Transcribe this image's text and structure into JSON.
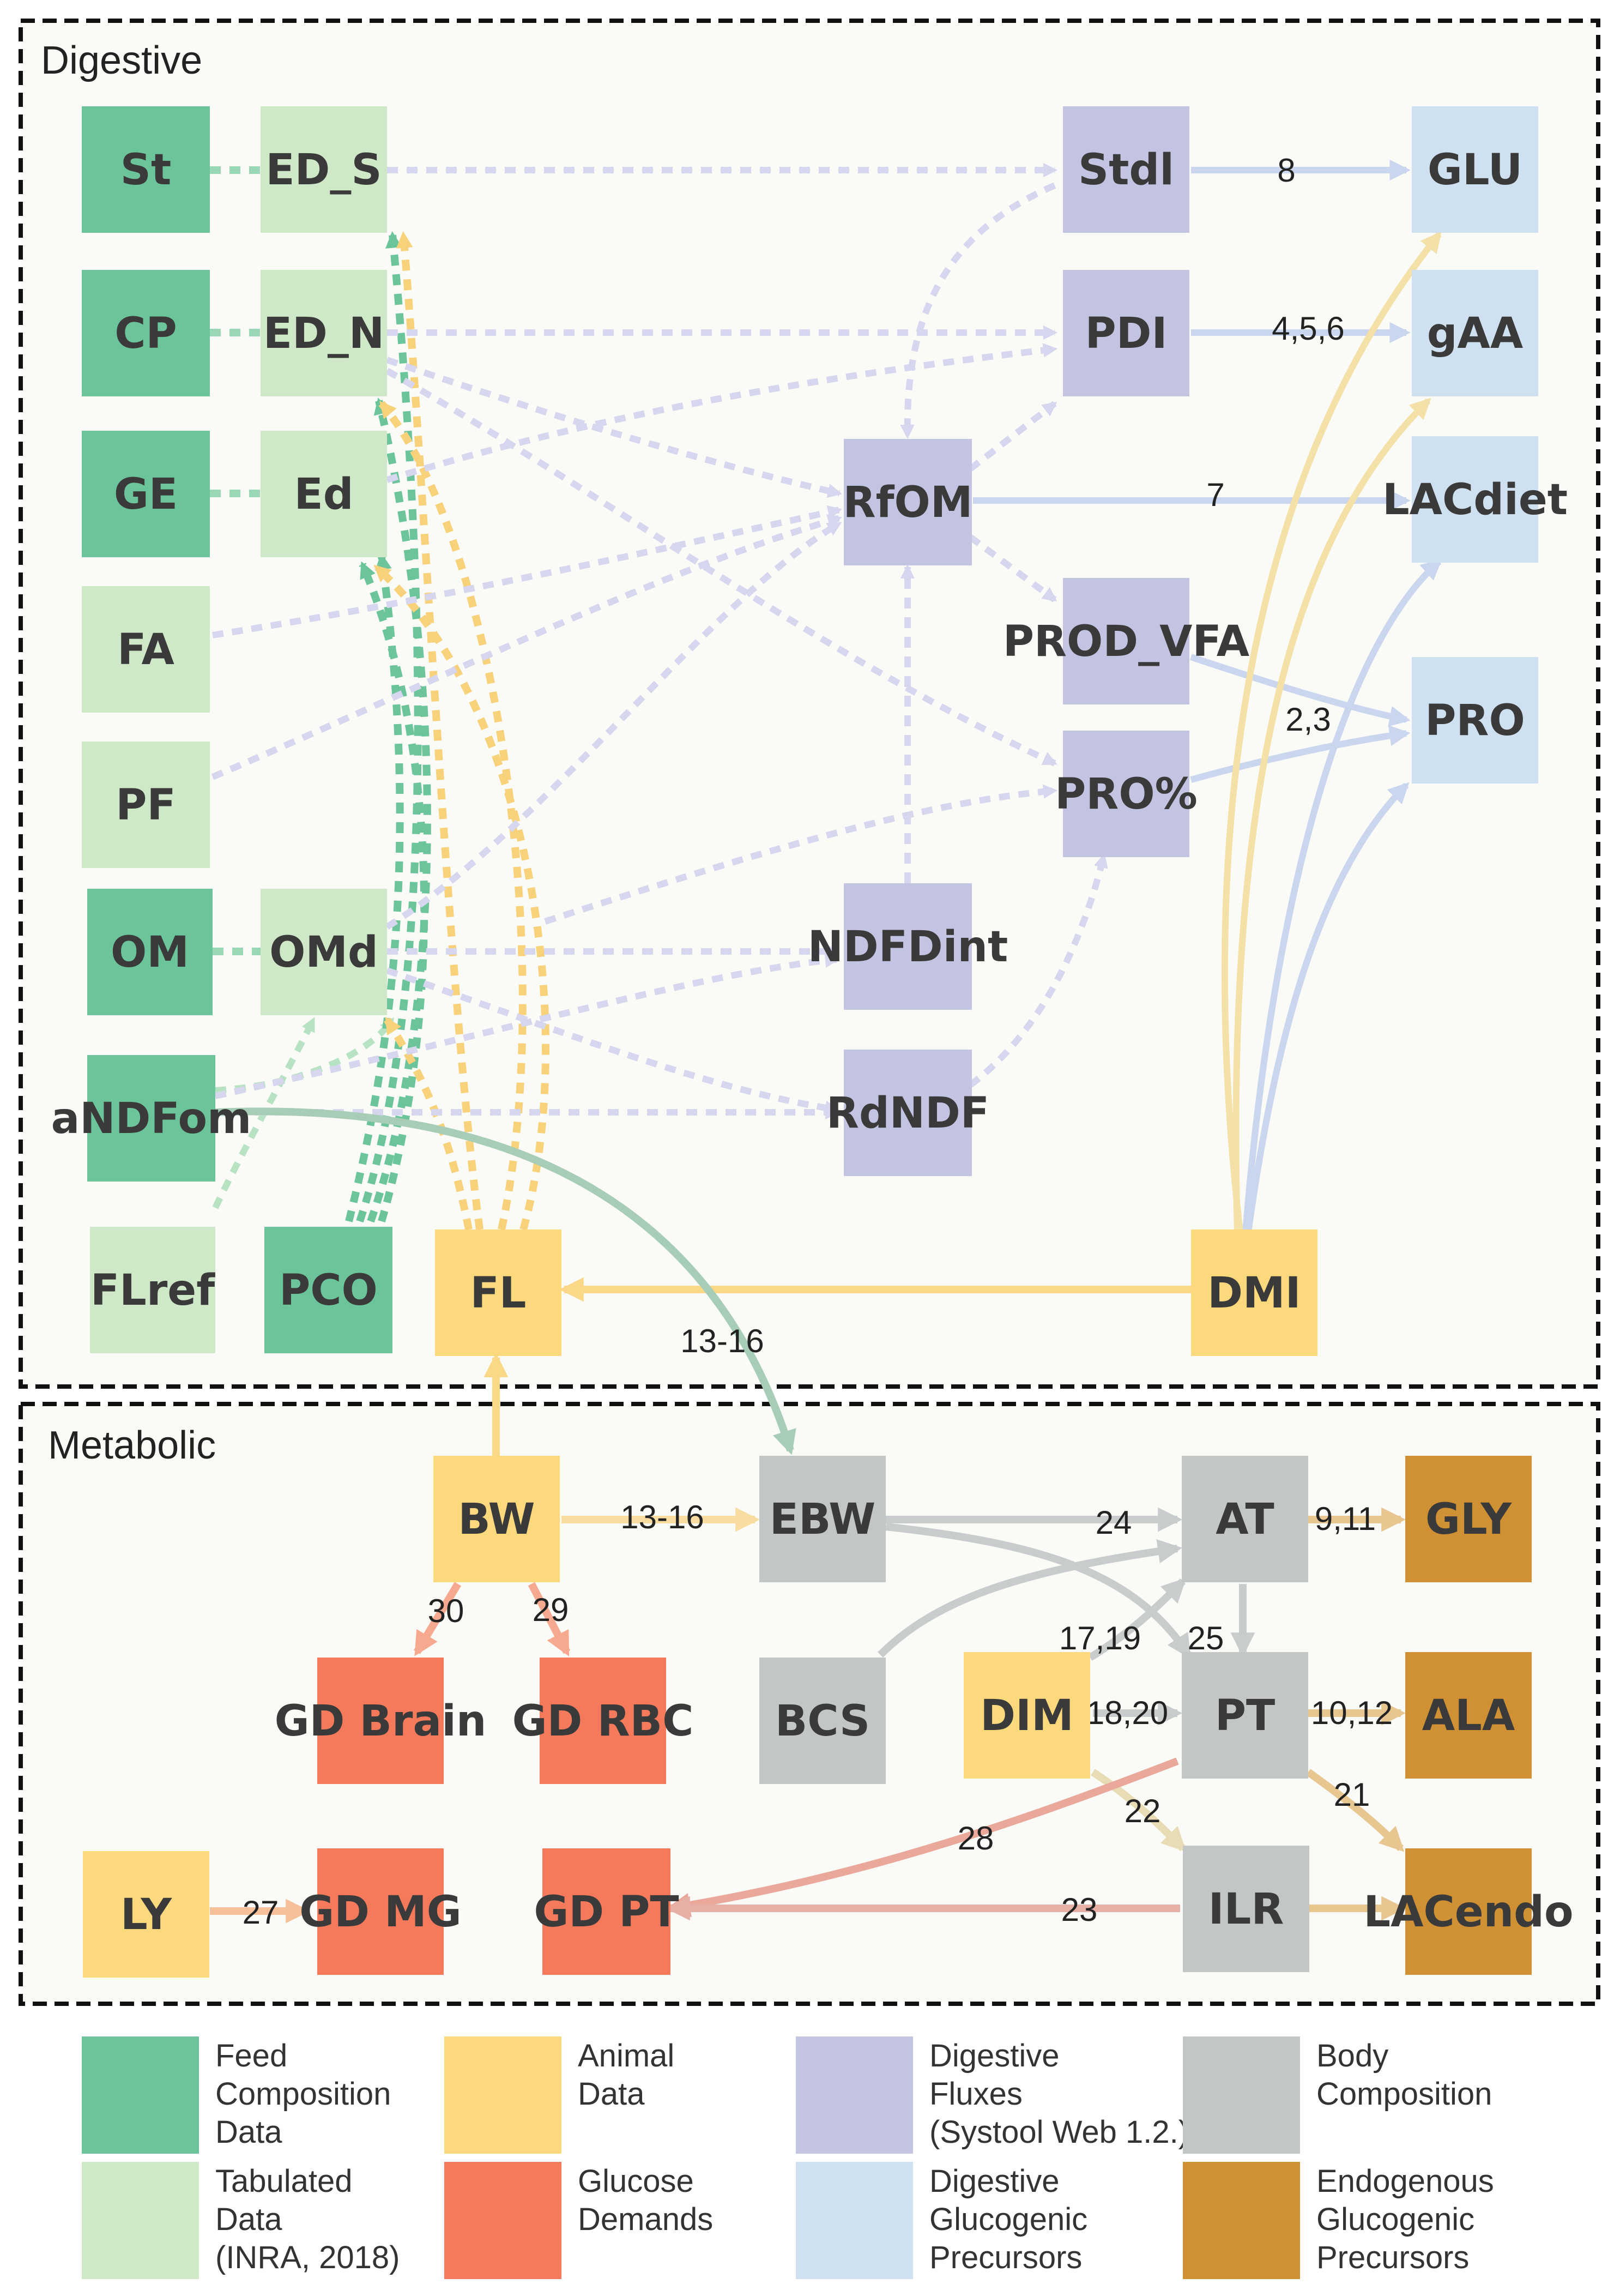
{
  "panels": [
    {
      "id": "digestive",
      "label": "Digestive"
    },
    {
      "id": "metabolic",
      "label": "Metabolic"
    }
  ],
  "colors": {
    "feed": "#6cc59a",
    "tab": "#cfe9c8",
    "animal": "#fcd97c",
    "glucose": "#f47a5b",
    "fluxes": "#c3c3e2",
    "precursors": "#cfe1f1",
    "body": "#c2c6c7",
    "endo": "#cf9133"
  },
  "nodes": [
    {
      "id": "St",
      "label": "St",
      "cat": "feed"
    },
    {
      "id": "CP",
      "label": "CP",
      "cat": "feed"
    },
    {
      "id": "GE",
      "label": "GE",
      "cat": "feed"
    },
    {
      "id": "FA",
      "label": "FA",
      "cat": "tab"
    },
    {
      "id": "PF",
      "label": "PF",
      "cat": "tab"
    },
    {
      "id": "OM",
      "label": "OM",
      "cat": "feed"
    },
    {
      "id": "aNDFom",
      "label": "aNDFom",
      "cat": "feed"
    },
    {
      "id": "FLref",
      "label": "FLref",
      "cat": "tab"
    },
    {
      "id": "ED_S",
      "label": "ED_S",
      "cat": "tab"
    },
    {
      "id": "ED_N",
      "label": "ED_N",
      "cat": "tab"
    },
    {
      "id": "Ed",
      "label": "Ed",
      "cat": "tab"
    },
    {
      "id": "OMd",
      "label": "OMd",
      "cat": "tab"
    },
    {
      "id": "PCO",
      "label": "PCO",
      "cat": "feed"
    },
    {
      "id": "FL",
      "label": "FL",
      "cat": "animal"
    },
    {
      "id": "RfOM",
      "label": "RfOM",
      "cat": "fluxes"
    },
    {
      "id": "NDFDint",
      "label": "NDFDint",
      "cat": "fluxes"
    },
    {
      "id": "RdNDF",
      "label": "RdNDF",
      "cat": "fluxes"
    },
    {
      "id": "Stdl",
      "label": "Stdl",
      "cat": "fluxes"
    },
    {
      "id": "PDI",
      "label": "PDI",
      "cat": "fluxes"
    },
    {
      "id": "PROD_VFA",
      "label": "PROD_VFA",
      "cat": "fluxes"
    },
    {
      "id": "PROpct",
      "label": "PRO%",
      "cat": "fluxes"
    },
    {
      "id": "GLU",
      "label": "GLU",
      "cat": "precursors"
    },
    {
      "id": "gAA",
      "label": "gAA",
      "cat": "precursors"
    },
    {
      "id": "LACdiet",
      "label": "LACdiet",
      "cat": "precursors"
    },
    {
      "id": "PRO",
      "label": "PRO",
      "cat": "precursors"
    },
    {
      "id": "DMI",
      "label": "DMI",
      "cat": "animal"
    },
    {
      "id": "BW",
      "label": "BW",
      "cat": "animal"
    },
    {
      "id": "EBW",
      "label": "EBW",
      "cat": "body"
    },
    {
      "id": "AT",
      "label": "AT",
      "cat": "body"
    },
    {
      "id": "GLY",
      "label": "GLY",
      "cat": "endo"
    },
    {
      "id": "GDBrain",
      "label": "GD Brain",
      "cat": "glucose"
    },
    {
      "id": "GDRBC",
      "label": "GD RBC",
      "cat": "glucose"
    },
    {
      "id": "BCS",
      "label": "BCS",
      "cat": "body"
    },
    {
      "id": "DIM",
      "label": "DIM",
      "cat": "animal"
    },
    {
      "id": "PT",
      "label": "PT",
      "cat": "body"
    },
    {
      "id": "ALA",
      "label": "ALA",
      "cat": "endo"
    },
    {
      "id": "LY",
      "label": "LY",
      "cat": "animal"
    },
    {
      "id": "GDMG",
      "label": "GD MG",
      "cat": "glucose"
    },
    {
      "id": "GDPT",
      "label": "GD PT",
      "cat": "glucose"
    },
    {
      "id": "ILR",
      "label": "ILR",
      "cat": "body"
    },
    {
      "id": "LACendo",
      "label": "LACendo",
      "cat": "endo"
    }
  ],
  "edge_labels": [
    {
      "id": "stdl-glu",
      "text": "8"
    },
    {
      "id": "pdi-gaa",
      "text": "4,5,6"
    },
    {
      "id": "rfom-lac",
      "text": "7"
    },
    {
      "id": "vfa-pro",
      "text": "2,3"
    },
    {
      "id": "andf-ebw",
      "text": "13-16"
    },
    {
      "id": "bw-ebw",
      "text": "13-16"
    },
    {
      "id": "ebw-at",
      "text": "24"
    },
    {
      "id": "at-gly",
      "text": "9,11"
    },
    {
      "id": "bw-brain",
      "text": "30"
    },
    {
      "id": "bw-rbc",
      "text": "29"
    },
    {
      "id": "dim-at",
      "text": "17,19"
    },
    {
      "id": "at-pt",
      "text": "25"
    },
    {
      "id": "dim-pt",
      "text": "18,20"
    },
    {
      "id": "pt-ala",
      "text": "10,12"
    },
    {
      "id": "pt-lac",
      "text": "21"
    },
    {
      "id": "dim-ilr",
      "text": "22"
    },
    {
      "id": "pt-gdpt",
      "text": "28"
    },
    {
      "id": "ly-gdmg",
      "text": "27"
    },
    {
      "id": "ilr-gdpt",
      "text": "23"
    }
  ],
  "legend": [
    {
      "cat": "feed",
      "lines": [
        "Feed",
        "Composition",
        "Data"
      ]
    },
    {
      "cat": "tab",
      "lines": [
        "Tabulated",
        "Data",
        "(INRA, 2018)"
      ]
    },
    {
      "cat": "animal",
      "lines": [
        "Animal",
        "Data"
      ]
    },
    {
      "cat": "glucose",
      "lines": [
        "Glucose",
        "Demands"
      ]
    },
    {
      "cat": "fluxes",
      "lines": [
        "Digestive",
        "Fluxes",
        "(Systool Web 1.2.)"
      ]
    },
    {
      "cat": "precursors",
      "lines": [
        "Digestive",
        "Glucogenic",
        "Precursors"
      ]
    },
    {
      "cat": "body",
      "lines": [
        "Body",
        "Composition"
      ]
    },
    {
      "cat": "endo",
      "lines": [
        "Endogenous",
        "Glucogenic",
        "Precursors"
      ]
    }
  ]
}
